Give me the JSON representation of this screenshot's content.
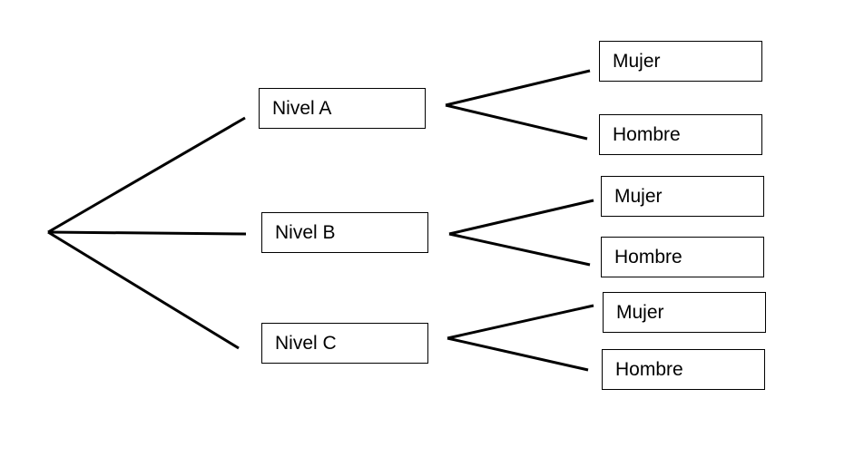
{
  "diagram": {
    "type": "tree",
    "levels": [
      {
        "label": "Nivel A",
        "children": [
          {
            "label": "Mujer"
          },
          {
            "label": "Hombre"
          }
        ]
      },
      {
        "label": "Nivel B",
        "children": [
          {
            "label": "Mujer"
          },
          {
            "label": "Hombre"
          }
        ]
      },
      {
        "label": "Nivel C",
        "children": [
          {
            "label": "Mujer"
          },
          {
            "label": "Hombre"
          }
        ]
      }
    ],
    "colors": {
      "line": "#000000",
      "box_border": "#000000",
      "background": "#ffffff",
      "text": "#000000"
    }
  }
}
